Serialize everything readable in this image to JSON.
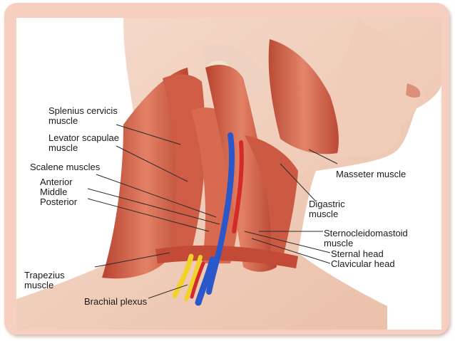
{
  "labels": {
    "splenius": "Splenius cervicis\nmuscle",
    "levator": "Levator scapulae\nmuscle",
    "scalene": "Scalene muscles",
    "anterior": "Anterior",
    "middle": "Middle",
    "posterior": "Posterior",
    "trapezius": "Trapezius\nmuscle",
    "brachial": "Brachial plexus",
    "masseter": "Masseter muscle",
    "digastric": "Digastric\nmuscle",
    "sternocleidomastoid": "Sternocleidomastoid\nmuscle",
    "sternal_head": "Sternal head",
    "clavicular_head": "Clavicular head"
  },
  "colors": {
    "frame": "#f6cfc0",
    "skin": "#f3d3c2",
    "muscle": "#c9523f",
    "muscle_light": "#e07a62",
    "artery": "#d42a2a",
    "vein": "#2a57c9",
    "nerve": "#f2d128"
  }
}
